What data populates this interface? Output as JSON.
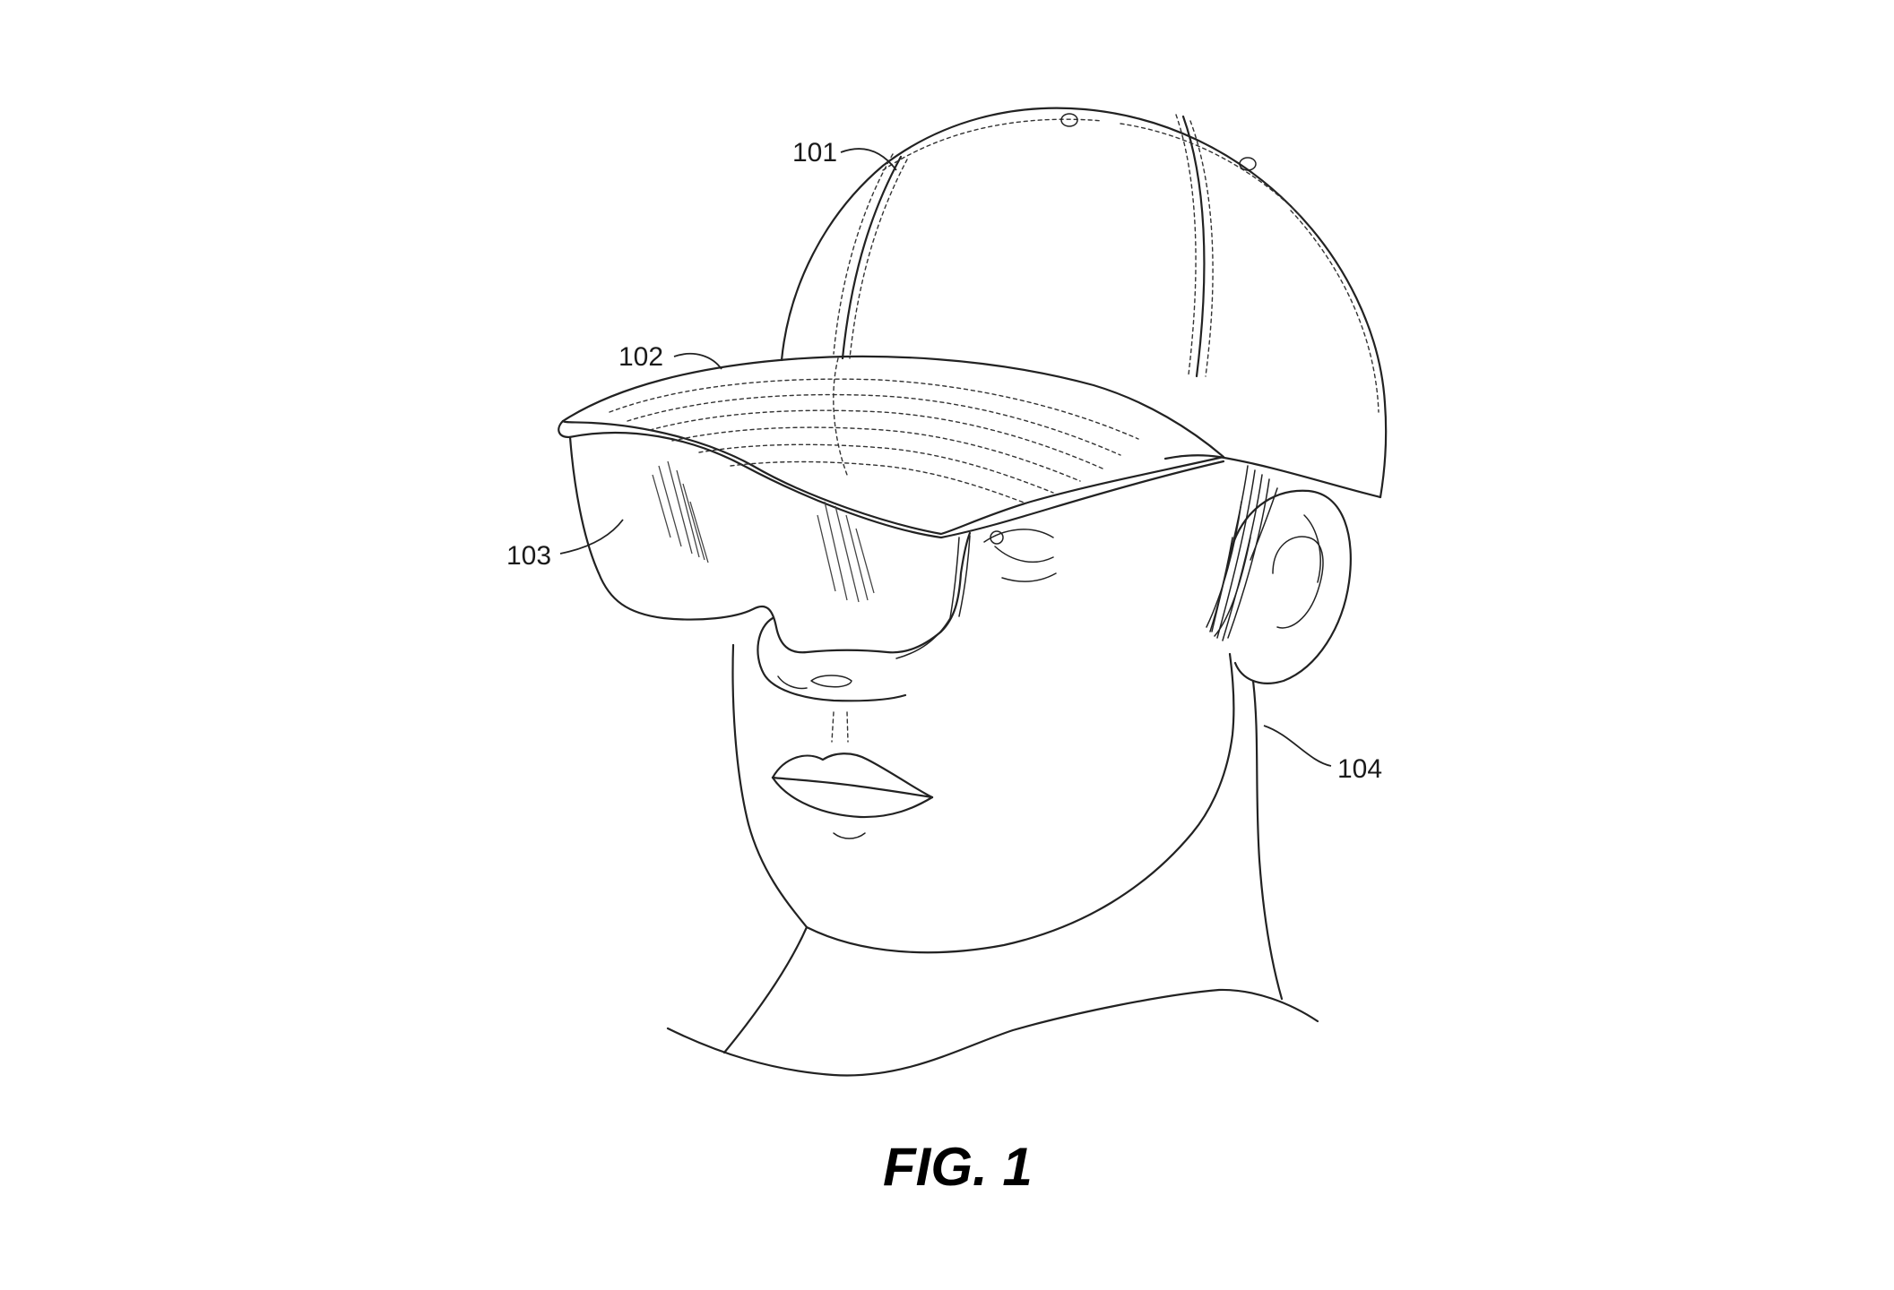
{
  "labels": {
    "cap": "101",
    "brim": "102",
    "visor": "103",
    "head": "104"
  },
  "caption": "FIG. 1"
}
